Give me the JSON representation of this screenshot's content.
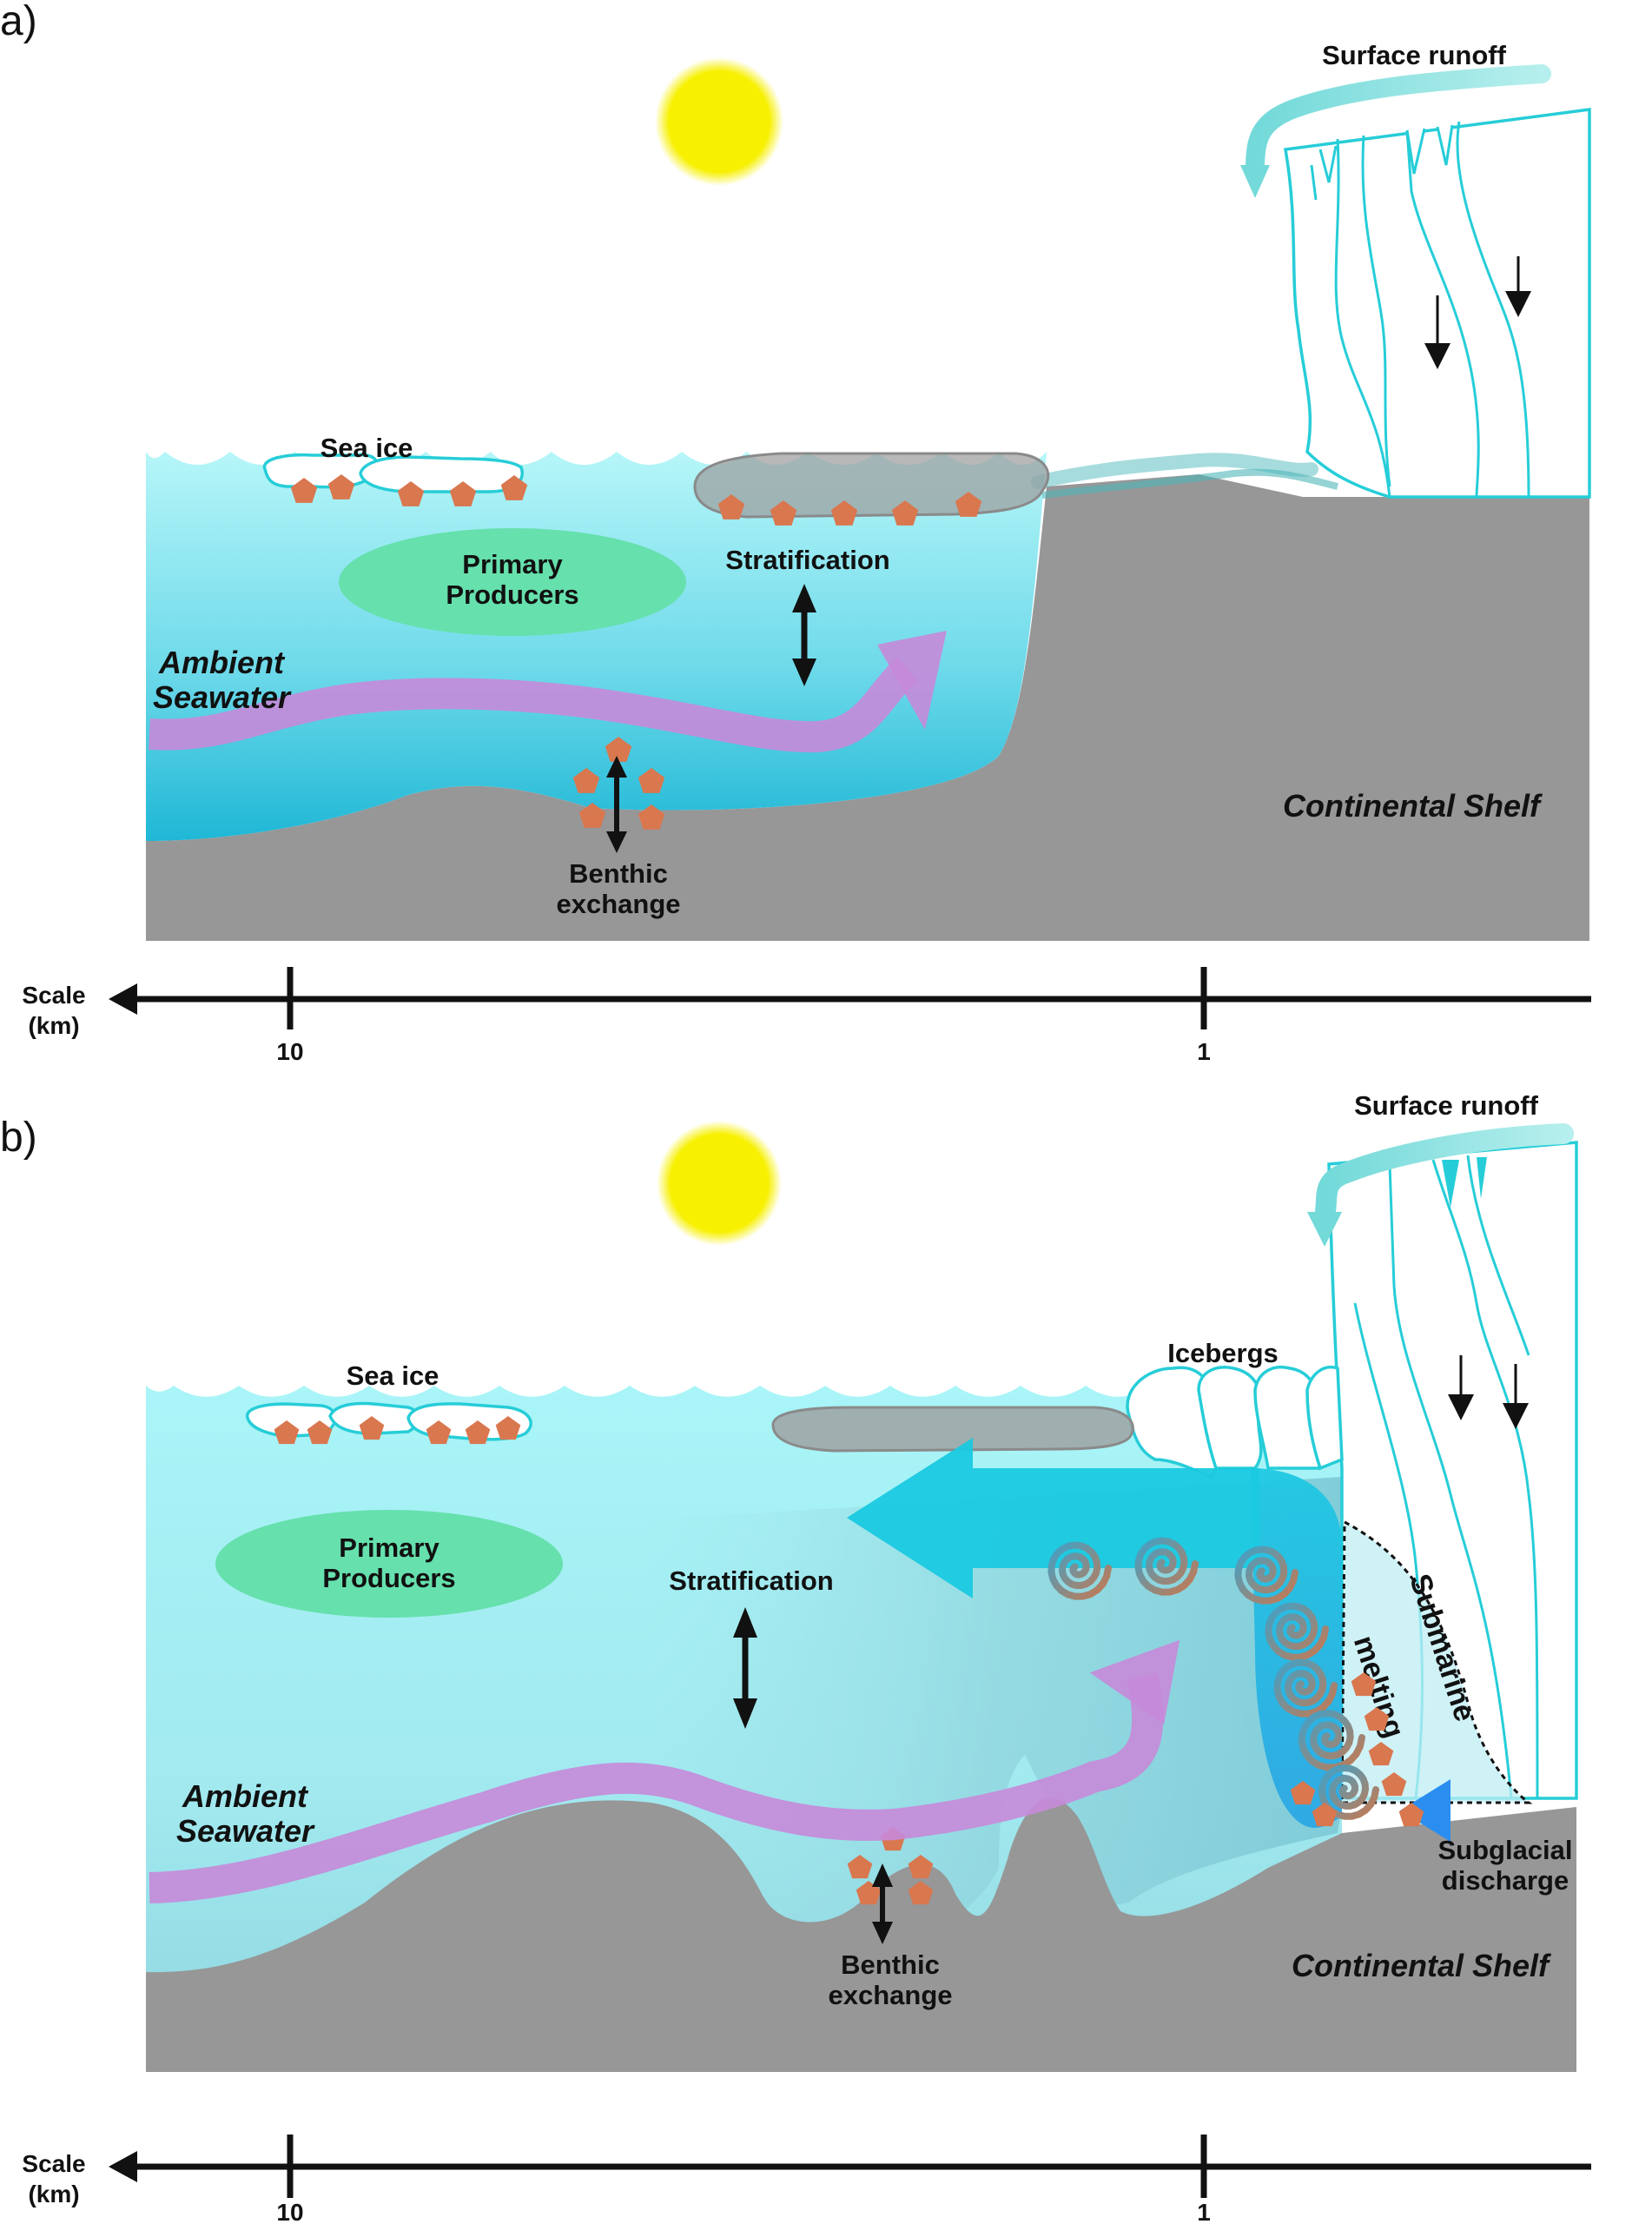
{
  "panels": [
    {
      "panel_label": "a)",
      "surface_runoff": "Surface runoff",
      "sea_ice": "Sea ice",
      "primary_producers": [
        "Primary",
        "Producers"
      ],
      "stratification": "Stratification",
      "ambient_seawater": [
        "Ambient",
        "Seawater"
      ],
      "benthic_exchange": [
        "Benthic",
        "exchange"
      ],
      "continental_shelf": "Continental Shelf",
      "scale_label": [
        "Scale",
        "(km)"
      ],
      "scale_ticks": [
        "10",
        "1"
      ]
    },
    {
      "panel_label": "b)",
      "surface_runoff": "Surface runoff",
      "sea_ice": "Sea ice",
      "icebergs": "Icebergs",
      "primary_producers": [
        "Primary",
        "Producers"
      ],
      "stratification": "Stratification",
      "ambient_seawater": [
        "Ambient",
        "Seawater"
      ],
      "benthic_exchange": [
        "Benthic",
        "exchange"
      ],
      "submarine_melting": [
        "Submarine",
        "melting"
      ],
      "subglacial_discharge": [
        "Subglacial",
        "discharge"
      ],
      "continental_shelf": "Continental Shelf",
      "scale_label": [
        "Scale",
        "(km)"
      ],
      "scale_ticks": [
        "10",
        "1"
      ]
    }
  ],
  "colors": {
    "seawater_light": "#a8f2f6",
    "seawater_deep": "#23bcd8",
    "seabed": "#979797",
    "glacier_outline": "#26cdd8",
    "nutrient": "#d9774f",
    "ambient_current": "#c78ad9",
    "primary_producers": "#66e0ad",
    "sun": "#f7f000",
    "outflow_plume": "#1ac9e0",
    "subglacial_discharge": "#0a64ee",
    "runoff_arrow": "#8ee3e1"
  },
  "icons": [
    "sun-icon",
    "nutrient-pentagon-icon",
    "swirl-eddy-icon",
    "double-arrow-icon"
  ]
}
